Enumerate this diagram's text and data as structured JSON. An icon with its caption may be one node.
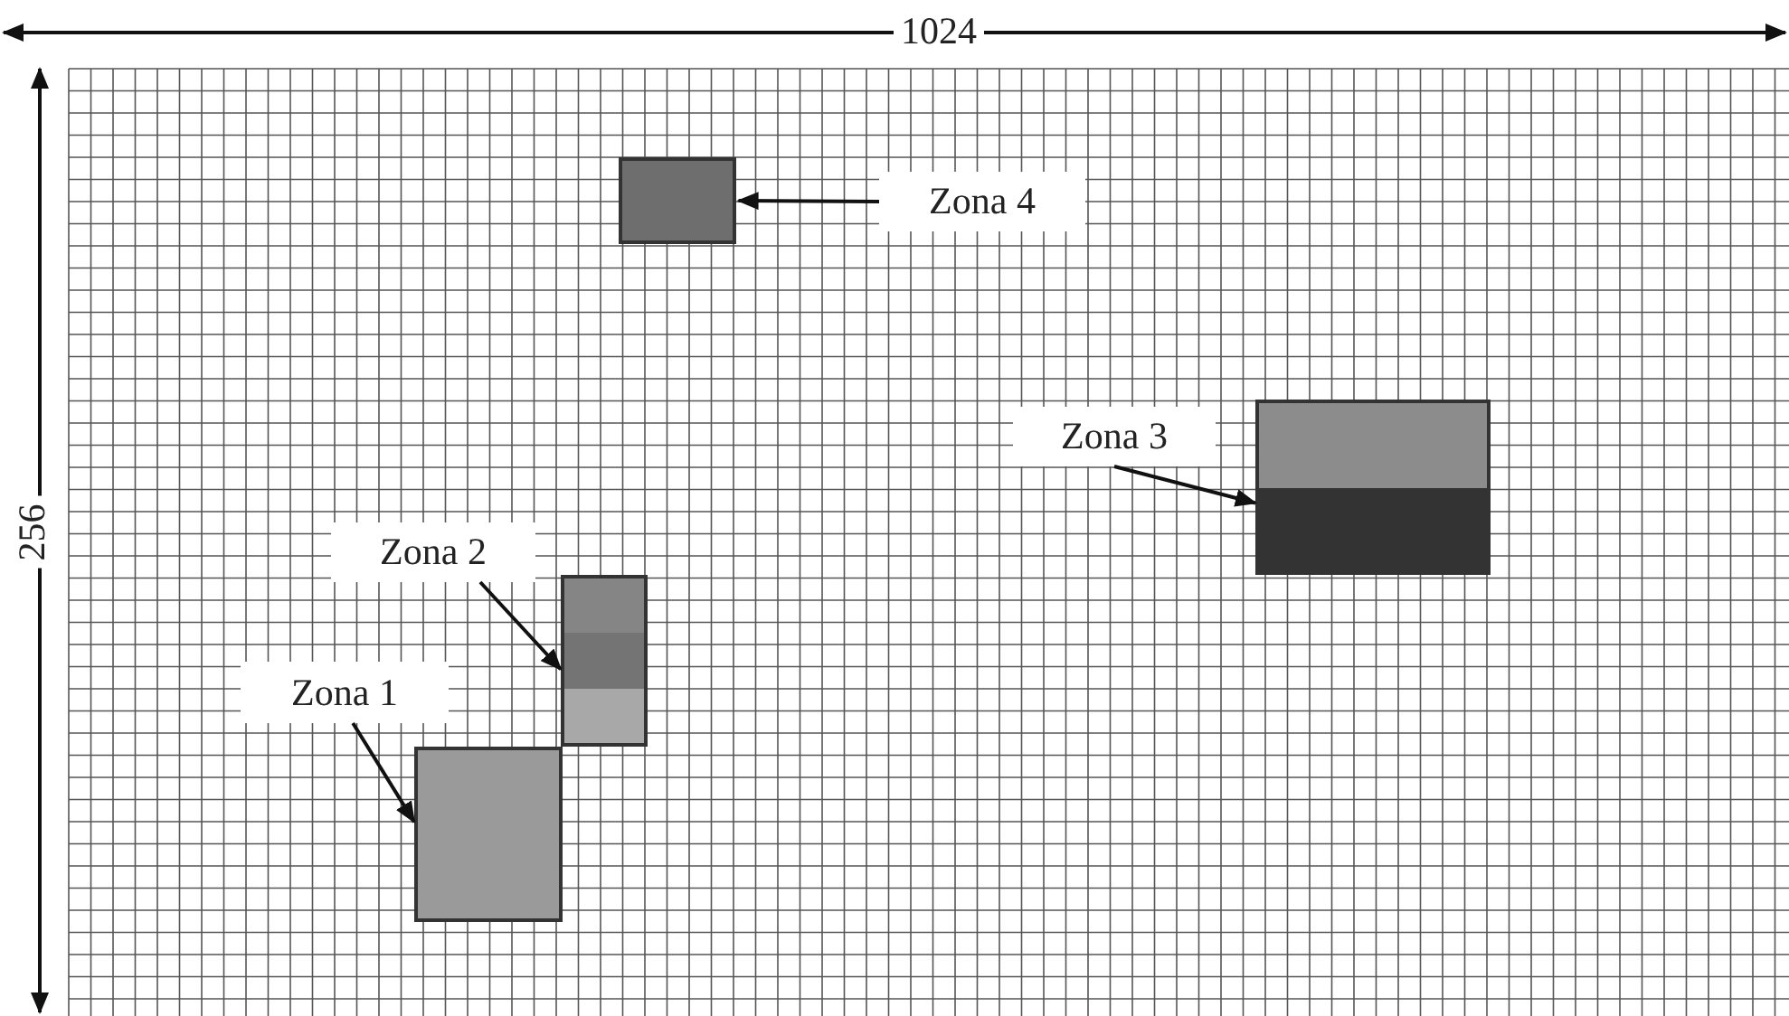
{
  "diagram": {
    "nodes": [
      {
        "text": [
          "Zona 4"
        ]
      },
      {
        "text": [],
        "shape": "box"
      },
      {
        "text": [
          "Zona 3"
        ]
      },
      {
        "text": [],
        "shape": "box"
      },
      {
        "text": [
          "Zona 2"
        ]
      },
      {
        "text": [],
        "shape": "box"
      },
      {
        "text": [
          "Zona 1"
        ]
      },
      {
        "text": [],
        "shape": "box"
      }
    ],
    "edges": [
      {
        "from": 0,
        "to": 1,
        "arrow": "to"
      },
      {
        "from": 2,
        "to": 3,
        "arrow": "to"
      },
      {
        "from": 4,
        "to": 5,
        "arrow": "to"
      },
      {
        "from": 6,
        "to": 7,
        "arrow": "to"
      }
    ],
    "labels": [
      "1024",
      "256"
    ]
  }
}
